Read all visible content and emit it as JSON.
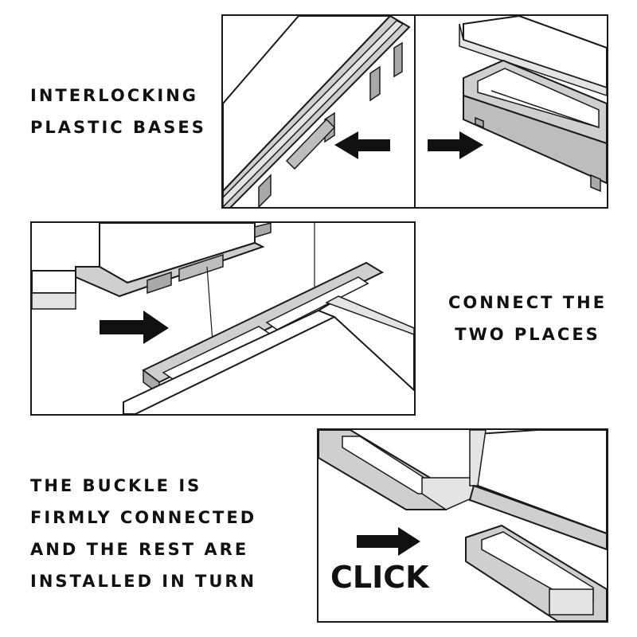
{
  "captions": {
    "interlocking": [
      "INTERLOCKING",
      "PLASTIC BASES"
    ],
    "connect": [
      "CONNECT THE",
      "TWO PLACES"
    ],
    "buckle": [
      "THE BUCKLE IS",
      "FIRMLY CONNECTED",
      "AND THE REST ARE",
      "INSTALLED IN TURN"
    ]
  },
  "click_label": "CLICK",
  "colors": {
    "line": "#1a1a1a",
    "plastic": "#cfcfcf",
    "plastic_dark": "#a9a9a9",
    "arrow": "#111111"
  },
  "icons": {
    "arrow_left": "arrow-left-icon",
    "arrow_right": "arrow-right-icon"
  }
}
